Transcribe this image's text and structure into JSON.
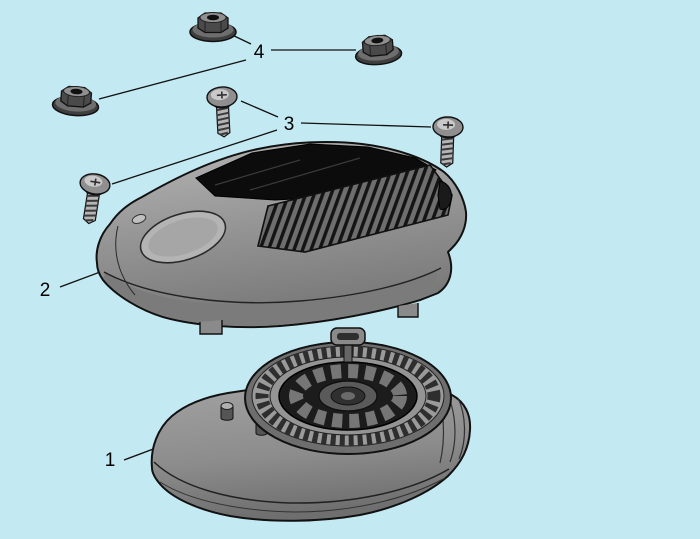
{
  "colors": {
    "background": "#c3e9f2",
    "outline": "#111111",
    "part_gray": "#9a9a9a",
    "detail_dark": "#151515"
  },
  "callouts": [
    {
      "number": "1",
      "part": "base-fan-housing-assembly"
    },
    {
      "number": "2",
      "part": "top-cover-shroud"
    },
    {
      "number": "3",
      "part": "pan-head-screw",
      "quantity_shown": 3
    },
    {
      "number": "4",
      "part": "flange-nut",
      "quantity_shown": 3
    }
  ]
}
